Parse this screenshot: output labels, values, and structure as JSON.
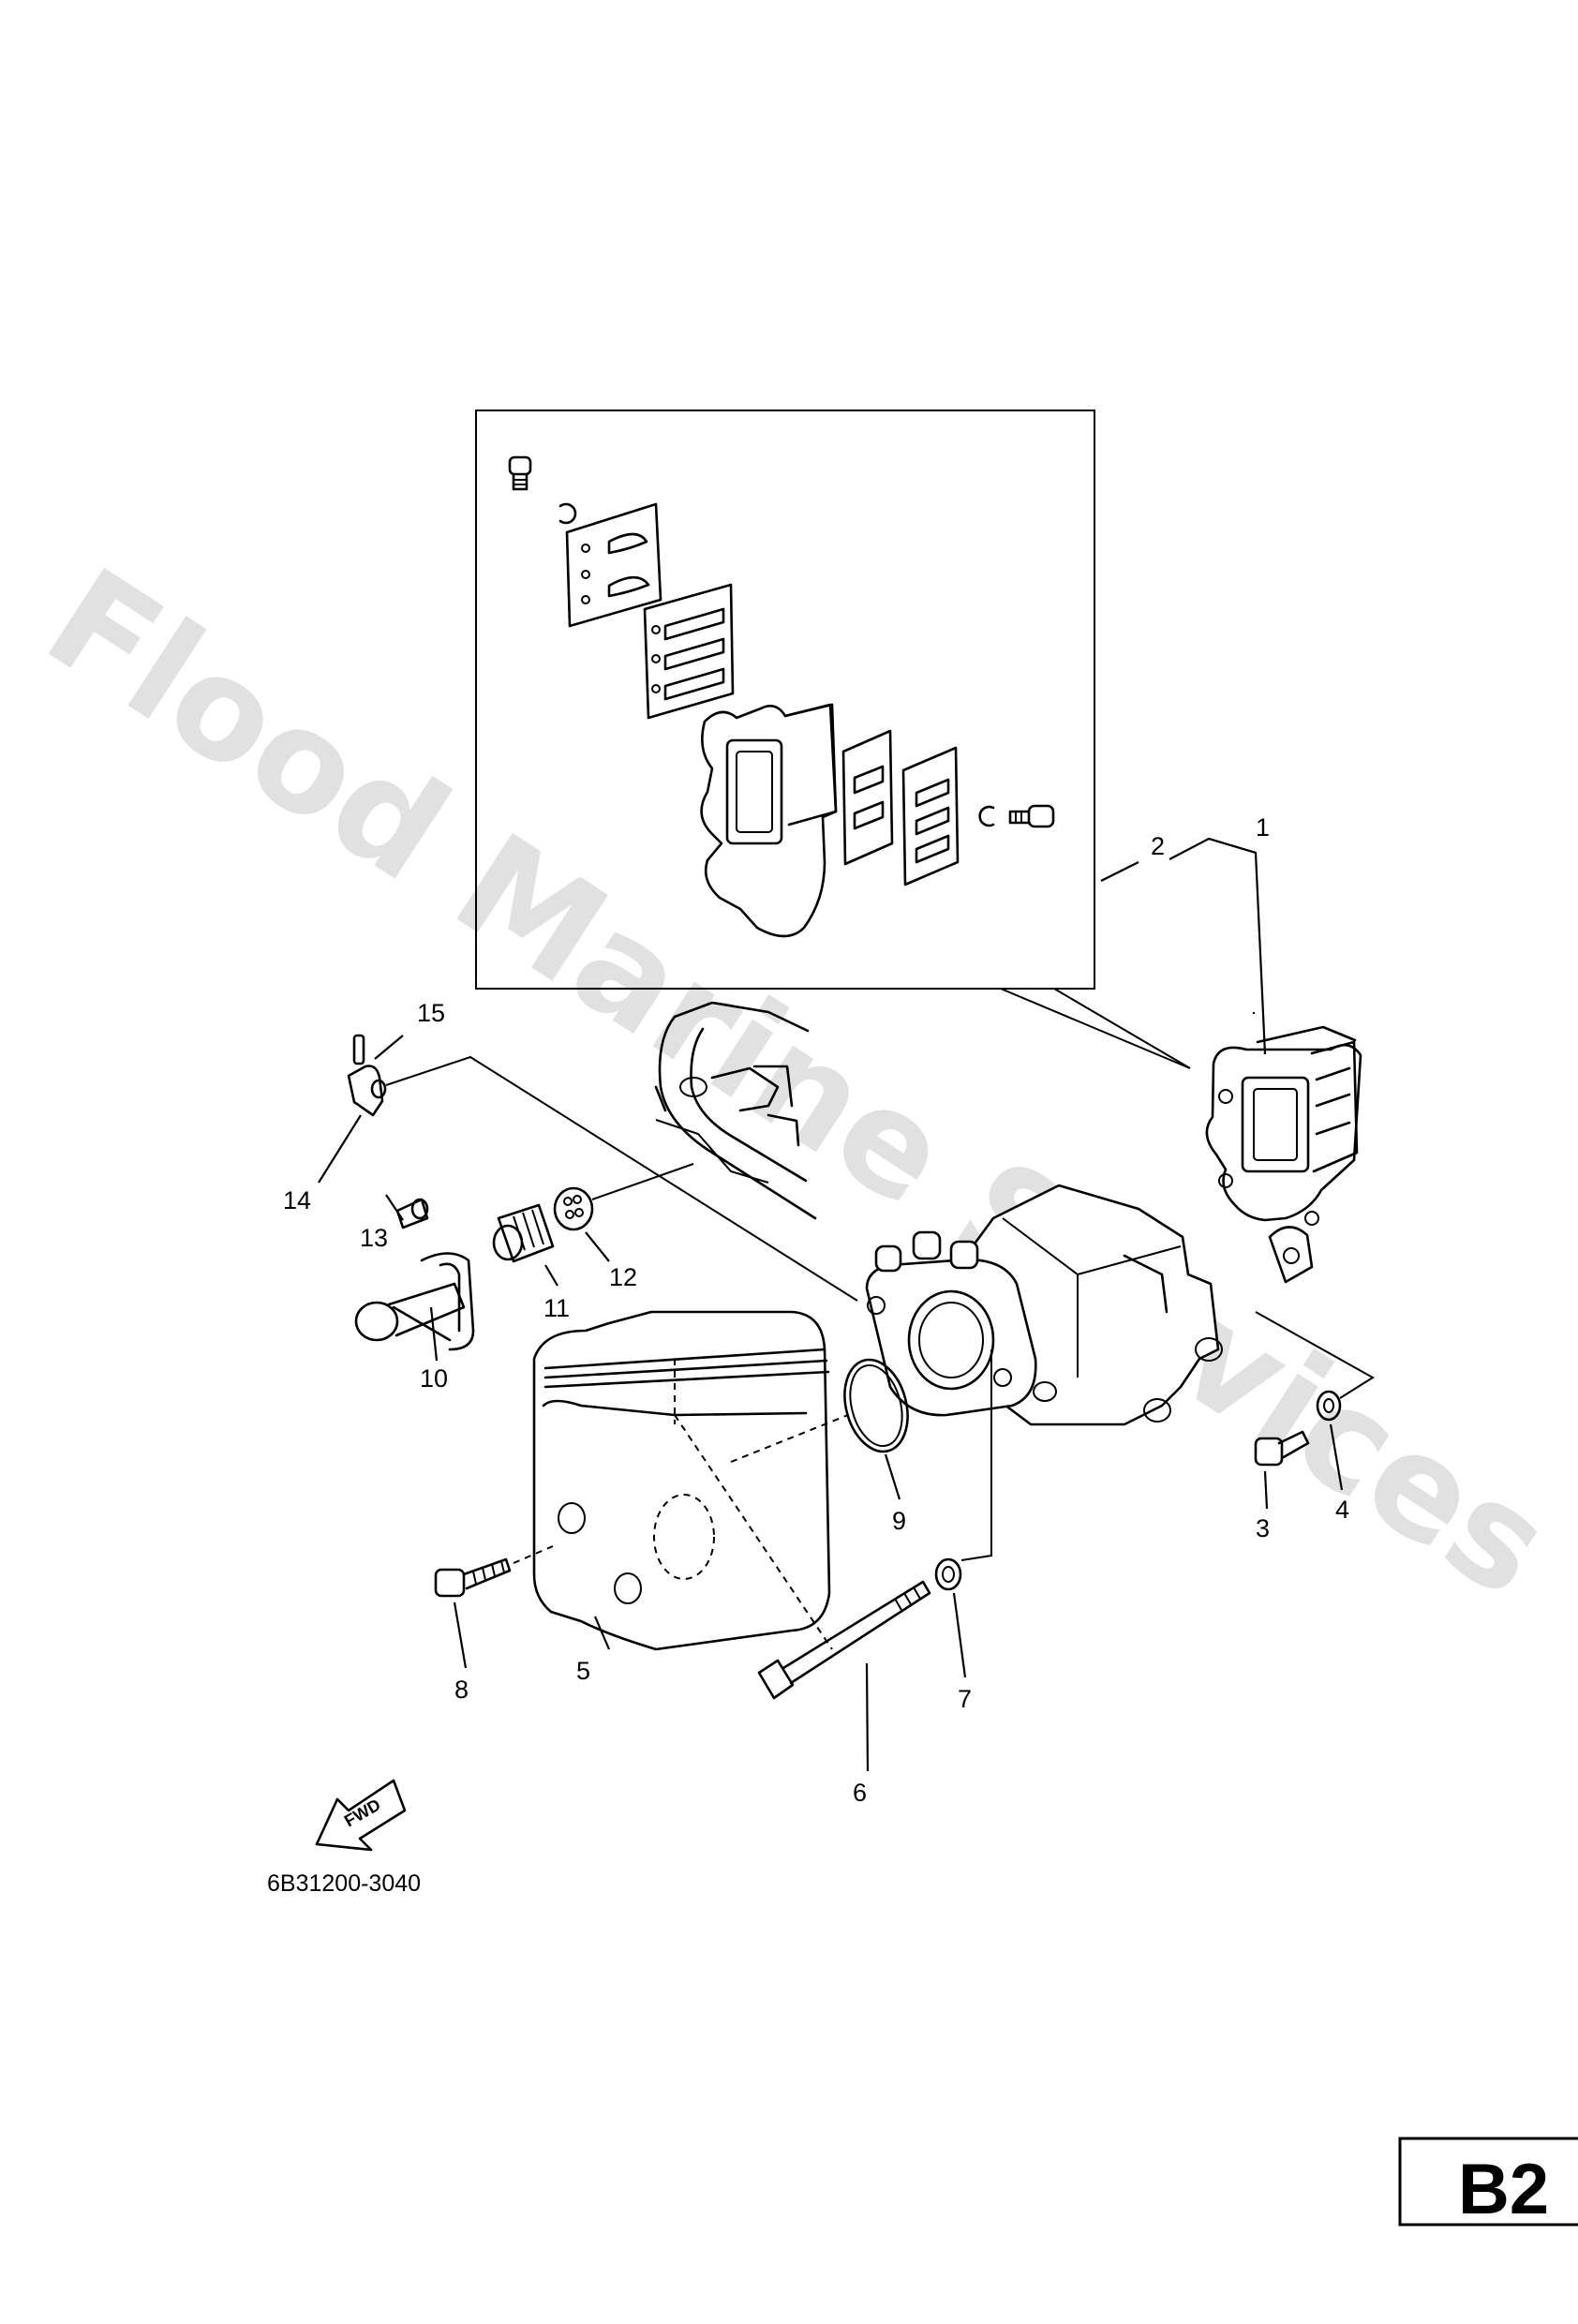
{
  "watermark": "Flood Marine Services",
  "callouts": {
    "c1": "1",
    "c2": "2",
    "c3": "3",
    "c4": "4",
    "c5": "5",
    "c6": "6",
    "c7": "7",
    "c8": "8",
    "c9": "9",
    "c10": "10",
    "c11": "11",
    "c12": "12",
    "c13": "13",
    "c14": "14",
    "c15": "15"
  },
  "fwd_label": "FWD",
  "part_code": "6B31200-3040",
  "page_id": "B2"
}
